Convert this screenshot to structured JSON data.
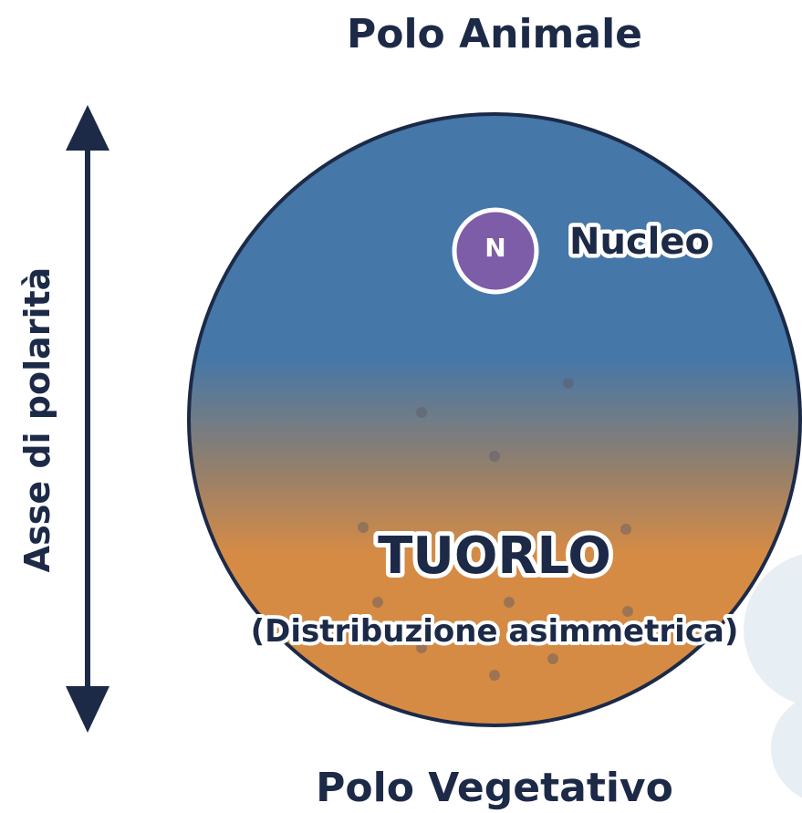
{
  "diagram": {
    "top_label": "Polo Animale",
    "bottom_label": "Polo Vegetativo",
    "axis_label": "Asse di polarità",
    "nucleus_letter": "N",
    "nucleus_label": "Nucleo",
    "yolk_title": "TUORLO",
    "yolk_subtitle": "(Distribuzione asimmetrica)"
  },
  "colors": {
    "animal_pole": "#4577a8",
    "vegetal_pole": "#d68b45",
    "nucleus": "#7d5ca8",
    "outline": "#1c2a47",
    "text_dark": "#1c2a47"
  }
}
